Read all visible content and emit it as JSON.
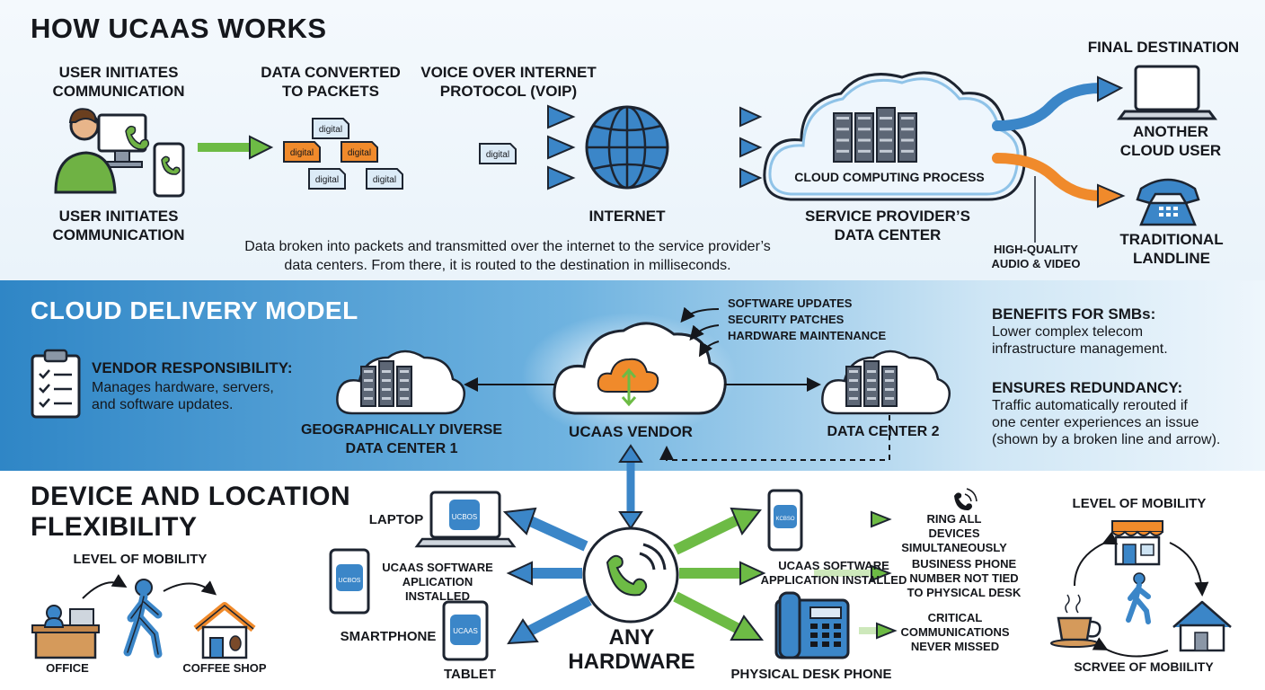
{
  "top": {
    "title": "HOW UCAAS WORKS",
    "user_label_top": "USER INITIATES\nCOMMUNICATION",
    "user_label_bottom": "USER INITIATES\nCOMMUNICATION",
    "packets_label": "DATA CONVERTED\nTO PACKETS",
    "packet_word": "digital",
    "voip_label": "VOICE OVER INTERNET\nPROTOCOL (VOIP)",
    "internet_label": "INTERNET",
    "cloud_process_label": "CLOUD COMPUTING PROCESS",
    "datacenter_label": "SERVICE PROVIDER’S\nDATA CENTER",
    "description": "Data broken into packets and transmitted over the internet to the service provider’s\ndata centers. From there, it is routed to the destination in milliseconds.",
    "final_destination": "FINAL DESTINATION",
    "cloud_user_label": "ANOTHER\nCLOUD USER",
    "hq_label": "HIGH-QUALITY\nAUDIO & VIDEO",
    "landline_label": "TRADITIONAL\nLANDLINE"
  },
  "middle": {
    "title": "CLOUD DELIVERY MODEL",
    "vendor_resp_title": "VENDOR RESPONSIBILITY:",
    "vendor_resp_text": "Manages hardware, servers,\nand software updates.",
    "dc1_label": "GEOGRAPHICALLY DIVERSE\nDATA CENTER 1",
    "vendor_label": "UCAAS VENDOR",
    "dc2_label": "DATA CENTER 2",
    "updates": [
      "SOFTWARE UPDATES",
      "SECURITY PATCHES",
      "HARDWARE MAINTENANCE"
    ],
    "benefits_title": "BENEFITS FOR SMBs:",
    "benefits_text": "Lower complex telecom\ninfrastructure management.",
    "redundancy_title": "ENSURES REDUNDANCY:",
    "redundancy_text": "Traffic automatically rerouted if\none center experiences an issue\n(shown by a broken line and arrow)."
  },
  "bottom": {
    "title": "DEVICE AND LOCATION\nFLEXIBILITY",
    "mobility_left": "LEVEL OF MOBILITY",
    "office": "OFFICE",
    "coffee_shop": "COFFEE SHOP",
    "laptop": "LAPTOP",
    "app_installed_left": "UCAAS SOFTWARE\nAPLICATION INSTALLED",
    "smartphone": "SMARTPHONE",
    "tablet": "TABLET",
    "any_hardware": "ANY\nHARDWARE",
    "app_installed_right": "UCAAS SOFTWARE\nAPPLICATION INSTALLED",
    "desk_phone": "PHYSICAL DESK PHONE",
    "ring_all": "RING ALL DEVICES\nSIMULTANEOUSLY",
    "business_phone": "BUSINESS PHONE\nNUMBER NOT TIED\nTO PHYSICAL DESK",
    "critical": "CRITICAL\nCOMMUNICATIONS\nNEVER MISSED",
    "mobility_right": "LEVEL OF MOBILITY",
    "mobility_right_bottom": "SCRVEE OF MOBIILITY",
    "screen_text_laptop": "UCBOS",
    "screen_text_phone": "UCBOS",
    "screen_text_tablet": "UCAAS",
    "screen_text_phone_right": "KCBSO"
  },
  "colors": {
    "blue_arrow": "#3b86c8",
    "green_arrow": "#6dbb45",
    "orange": "#f08a2b",
    "dark": "#15171c",
    "band_blue": "#2f86c6"
  }
}
